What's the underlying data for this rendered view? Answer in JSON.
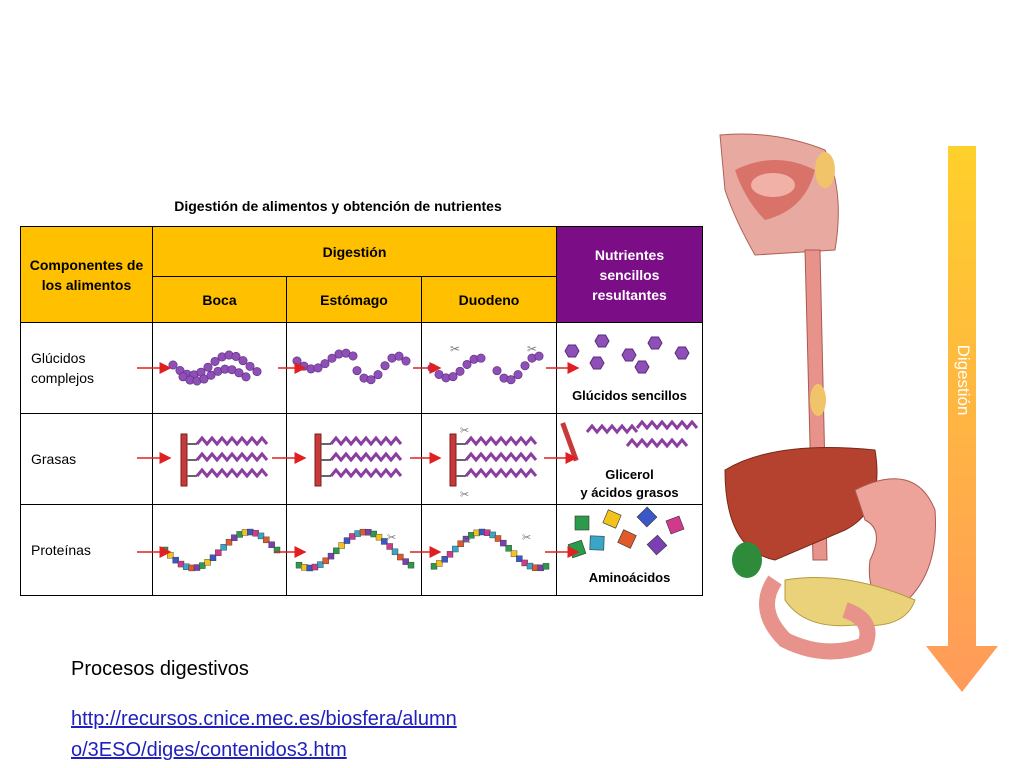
{
  "table": {
    "title": "Digestión de alimentos y obtención de nutrientes",
    "header": {
      "components": "Componentes de los alimentos",
      "digestion": "Digestión",
      "nutrients": "Nutrientes sencillos resultantes",
      "stages": [
        "Boca",
        "Estómago",
        "Duodeno"
      ]
    },
    "rows": [
      {
        "label": "Glúcidos complejos",
        "result": "Glúcidos sencillos"
      },
      {
        "label": "Grasas",
        "result_line1": "Glicerol",
        "result_line2": "y ácidos grasos"
      },
      {
        "label": "Proteínas",
        "result": "Aminoácidos"
      }
    ]
  },
  "colors": {
    "header_yellow": "#ffc000",
    "header_purple": "#7b0e87",
    "glucid": "#8e4fb7",
    "arrow_red": "#e02020",
    "digest_arrow": "#ffb347"
  },
  "caption": "Procesos digestivos",
  "link": {
    "line1": "http://recursos.cnice.mec.es/biosfera/alumn",
    "line2": "o/3ESO/diges/contenidos3.htm"
  },
  "digestion_arrow": {
    "label": "Digestión"
  }
}
